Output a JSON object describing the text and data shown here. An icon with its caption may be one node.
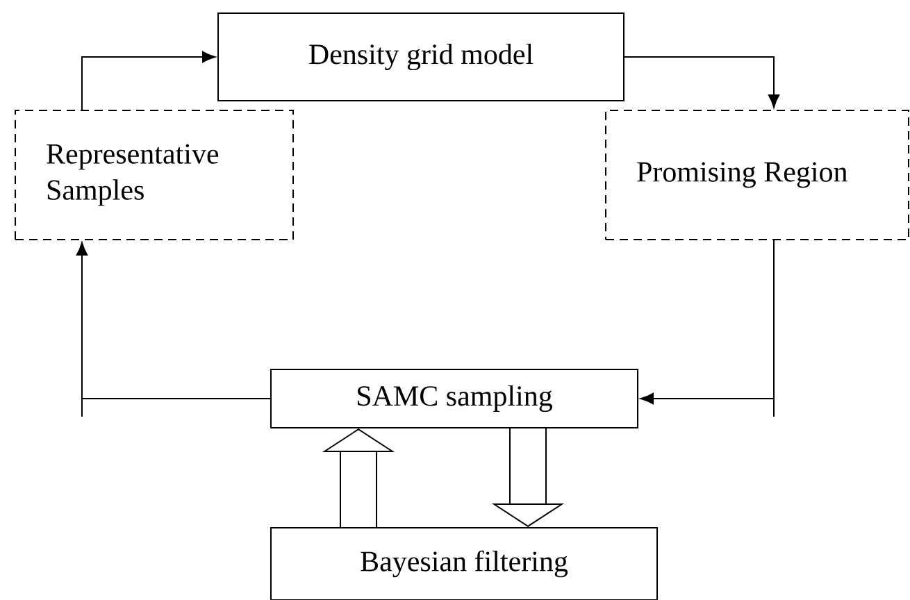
{
  "diagram": {
    "nodes": [
      {
        "text": [
          "Density grid model"
        ]
      },
      {
        "text": [
          "Representative Samples"
        ]
      },
      {
        "text": [
          "Promising Region"
        ]
      },
      {
        "text": [
          "SAMC sampling"
        ]
      },
      {
        "text": [
          "Bayesian filtering"
        ]
      }
    ],
    "edges": [
      {
        "from": 1,
        "to": 0,
        "arrow": "to"
      },
      {
        "from": 0,
        "to": 2,
        "arrow": "to"
      },
      {
        "from": 2,
        "to": 3,
        "arrow": "to"
      },
      {
        "from": 3,
        "to": 1,
        "arrow": "to"
      },
      {
        "from": 4,
        "to": 3,
        "arrow": "to"
      },
      {
        "from": 3,
        "to": 4,
        "arrow": "to"
      }
    ]
  }
}
